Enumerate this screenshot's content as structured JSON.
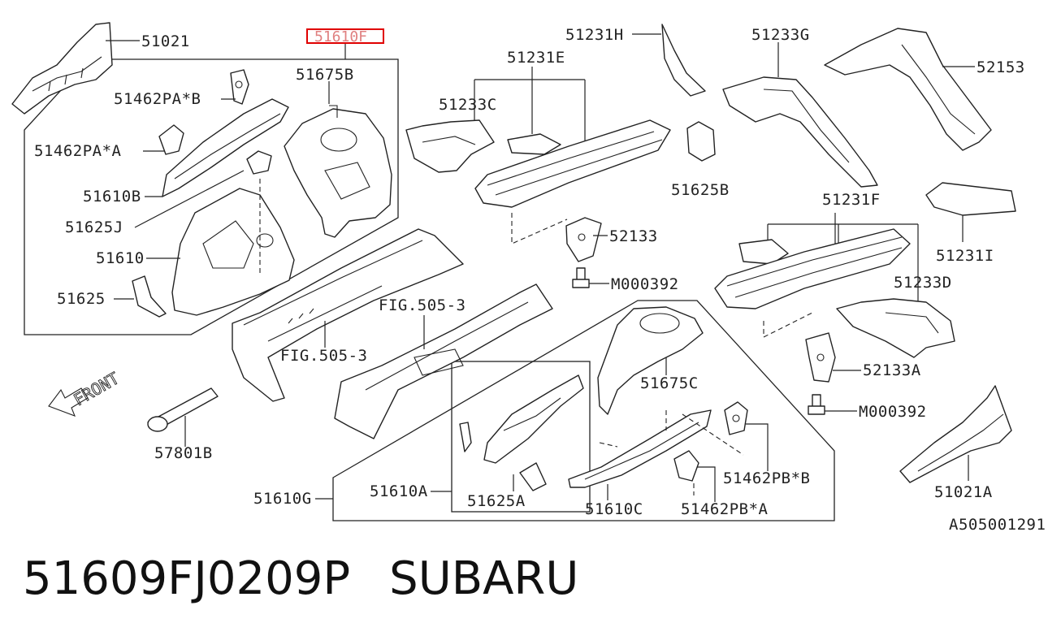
{
  "diagram": {
    "highlighted_part": "51610F",
    "labels": {
      "p51021": "51021",
      "p51610F": "51610F",
      "p51675B": "51675B",
      "p51462PA_B": "51462PA*B",
      "p51462PA_A": "51462PA*A",
      "p51610B": "51610B",
      "p51625J": "51625J",
      "p51610": "51610",
      "p51625": "51625",
      "p51231H": "51231H",
      "p51231E": "51231E",
      "p51233C": "51233C",
      "p51233G": "51233G",
      "p52153": "52153",
      "p51625B": "51625B",
      "p52133": "52133",
      "p51231F": "51231F",
      "p51231I": "51231I",
      "pM000392a": "M000392",
      "p51233D": "51233D",
      "pFIG505_3a": "FIG.505-3",
      "pFIG505_3b": "FIG.505-3",
      "p51675C": "51675C",
      "p52133A": "52133A",
      "pM000392b": "M000392",
      "p57801B": "57801B",
      "p51462PB_B": "51462PB*B",
      "p51610A": "51610A",
      "p51610G": "51610G",
      "p51625A": "51625A",
      "p51610C": "51610C",
      "p51462PB_A": "51462PB*A",
      "p51021A": "51021A",
      "front": "FRONT",
      "ref_code": "A505001291"
    }
  },
  "footer": {
    "part_number": "51609FJ0209P",
    "brand": "SUBARU"
  }
}
